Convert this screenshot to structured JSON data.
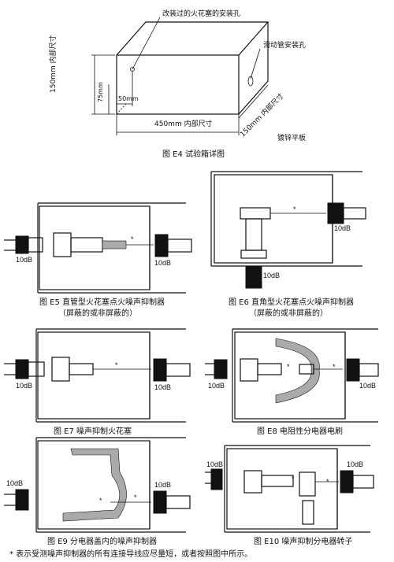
{
  "fig_e4": {
    "caption": "图 E4  试验箱详图",
    "label_spark_hole": "改装过的火花塞的安装孔",
    "label_rheostat_hole": "滑动管安装孔",
    "label_height": "150mm 内部尺寸",
    "label_75": "75mm",
    "label_50": "50mm",
    "label_width": "450mm 内部尺寸",
    "label_depth": "150mm 内部尺寸",
    "label_plate": "镀锌平板"
  },
  "fig_e5": {
    "caption_line1": "图 E5  直管型火花塞点火噪声抑制器",
    "caption_line2": "（屏蔽的或非屏蔽的）",
    "left_db": "10dB",
    "right_db": "10dB",
    "star": "*"
  },
  "fig_e6": {
    "caption_line1": "图 E6  直角型火花塞点火噪声抑制器",
    "caption_line2": "（屏蔽的或非屏蔽的）",
    "right_db": "10dB",
    "bottom_db": "10dB",
    "star": "*"
  },
  "fig_e7": {
    "caption": "图 E7  噪声抑制火花塞",
    "left_db": "10dB",
    "right_db": "10dB",
    "star": "*"
  },
  "fig_e8": {
    "caption": "图 E8  电阻性分电器电刷",
    "left_db": "10dB",
    "right_db": "10dB",
    "star1": "*",
    "star2": "*"
  },
  "fig_e9": {
    "caption": "图 E9  分电器盖内的噪声抑制器",
    "left_db": "10dB",
    "right_db": "10dB",
    "star1": "*",
    "star2": "*"
  },
  "fig_e10": {
    "caption": "图 E10  噪声抑制分电器转子",
    "left_db": "10dB",
    "right_db": "10dB",
    "star1": "*",
    "star2": "*"
  },
  "footnote": "* 表示受测噪声抑制器的所有连接导线应尽量短，或者按照图中所示。"
}
